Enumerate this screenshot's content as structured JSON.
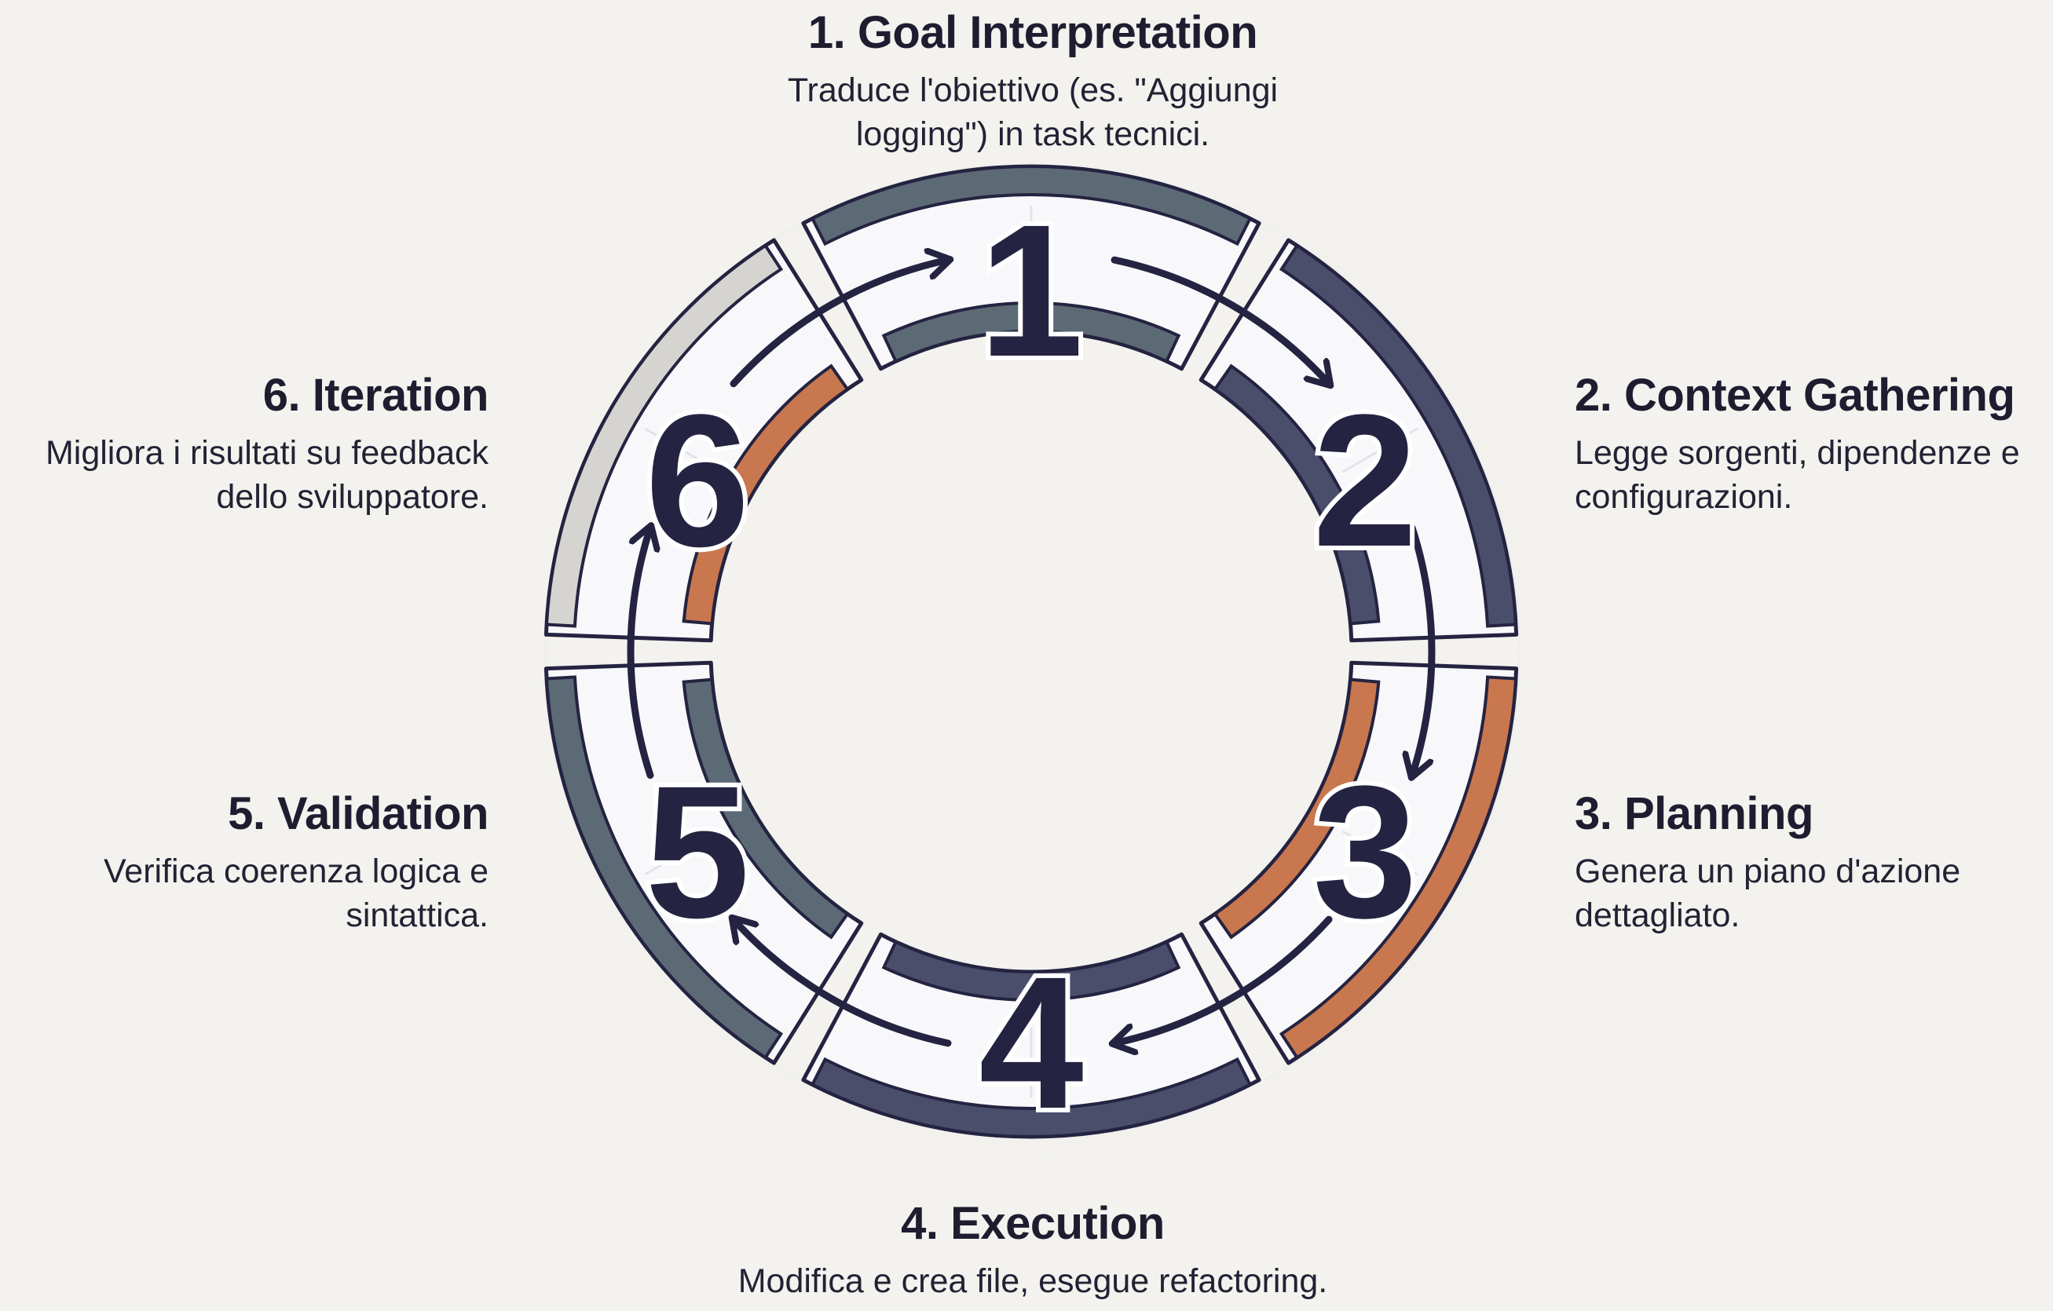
{
  "steps": [
    {
      "number": "1",
      "title": "1. Goal Interpretation",
      "description": "Traduce l'obiettivo (es. \"Aggiungi logging\") in task tecnici."
    },
    {
      "number": "2",
      "title": "2. Context Gathering",
      "description": "Legge sorgenti, dipendenze e configurazioni."
    },
    {
      "number": "3",
      "title": "3. Planning",
      "description": "Genera un piano d'azione dettagliato."
    },
    {
      "number": "4",
      "title": "4. Execution",
      "description": "Modifica e crea file, esegue refactoring."
    },
    {
      "number": "5",
      "title": "5. Validation",
      "description": "Verifica coerenza logica e sintattica."
    },
    {
      "number": "6",
      "title": "6. Iteration",
      "description": "Migliora i risultati su feedback dello sviluppatore."
    }
  ],
  "colors": {
    "background": "#f3f2ee",
    "ink": "#242341",
    "ring_fill": "#f8f8fb",
    "accent_slate": "#5c6a76",
    "accent_navy": "#4a4e6b",
    "accent_orange": "#c9774f",
    "accent_light": "#d6d4d0"
  },
  "icons": [
    "cycle-arrow-icon"
  ]
}
